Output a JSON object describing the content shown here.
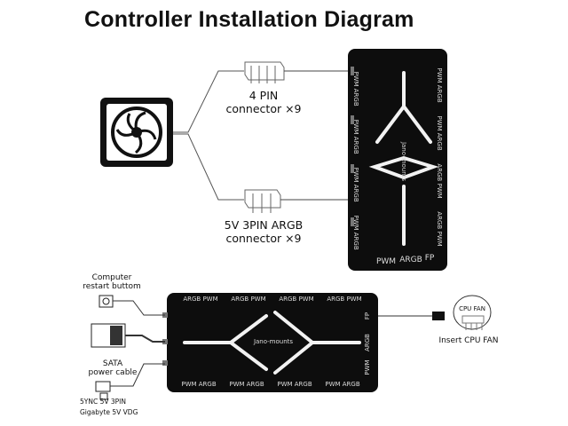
{
  "title": "Controller Installation Diagram",
  "connector_4pin": {
    "line1": "4 PIN",
    "line2": "connector ×9"
  },
  "connector_3pin": {
    "line1": "5V 3PIN  ARGB",
    "line2": "connector ×9"
  },
  "vertical_hub": {
    "left_labels": [
      "PWM ARGB",
      "PWM ARGB",
      "PWM ARGB",
      "PWM ARGB"
    ],
    "right_labels": [
      "PWM ARGB",
      "PWM ARGB",
      "ARGB PWM",
      "ARGB PWM"
    ],
    "bottom_labels": [
      "PWM",
      "ARGB",
      "FP"
    ],
    "brand": "Jano-mounts"
  },
  "horizontal_hub": {
    "top_labels": [
      "ARGB PWM",
      "ARGB PWM",
      "ARGB PWM",
      "ARGB PWM"
    ],
    "bottom_labels": [
      "PWM ARGB",
      "PWM ARGB",
      "PWM ARGB",
      "PWM ARGB"
    ],
    "right_labels": [
      "FP",
      "ARGB",
      "PWM"
    ],
    "brand": "Jano-mounts"
  },
  "labels": {
    "restart": "Computer\nrestart buttom",
    "sata": "SATA\npower cable",
    "sync": "5YNC 5V 3PIN",
    "gigabyte": "Gigabyte 5V VDG",
    "cpu_fan_box": "CPU FAN",
    "insert_cpu_fan": "Insert CPU FAN"
  },
  "colors": {
    "hub": "#0d0d0d",
    "hub_text": "#d8d8d8",
    "line": "#333333"
  }
}
